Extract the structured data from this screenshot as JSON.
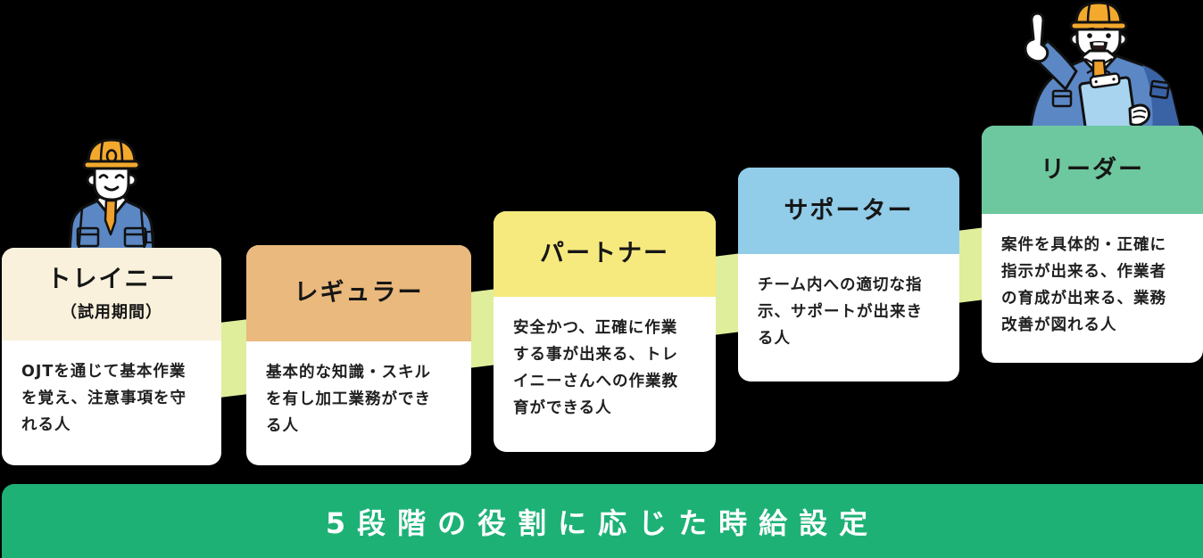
{
  "canvas": {
    "background": "#000000"
  },
  "title_banner": {
    "label": "5段階の役割に応じた時給設定",
    "bg": "#1DB176",
    "color": "#FFFFFF"
  },
  "connector": {
    "color": "#DEEE9B"
  },
  "levels": [
    {
      "title": "トレイニー",
      "subtitle": "（試用期間）",
      "description": "OJTを通じて基本作業\nを覚え、注意事項を守\nれる人",
      "header_bg": "#FAF1DC"
    },
    {
      "title": "レギュラー",
      "description": "基本的な知識・スキル\nを有し加工業務ができ\nる人",
      "header_bg": "#EAB97D"
    },
    {
      "title": "パートナー",
      "description": "安全かつ、正確に作業\nする事が出来る、トレ\nイニーさんへの作業教\n育ができる人",
      "header_bg": "#F6EA7E"
    },
    {
      "title": "サポーター",
      "description": "チーム内への適切な指\n示、サポートが出来き\nる人",
      "header_bg": "#91CCE9"
    },
    {
      "title": "リーダー",
      "description": "案件を具体的・正確に\n指示が出来る、作業者\nの育成が出来る、業務\n改善が図れる人",
      "header_bg": "#6EC89F"
    }
  ],
  "illustrations": {
    "left_worker": {
      "name": "construction-worker-smiling-icon",
      "helmet_color": "#F2A92C",
      "uniform_color": "#5B87C4",
      "tie_color": "#F0A12B"
    },
    "right_worker": {
      "name": "construction-worker-pointing-clipboard-icon",
      "helmet_color": "#F2A92C",
      "uniform_color": "#5B87C4",
      "tie_color": "#F0A12B",
      "clipboard_color": "#A8D4F0"
    }
  }
}
